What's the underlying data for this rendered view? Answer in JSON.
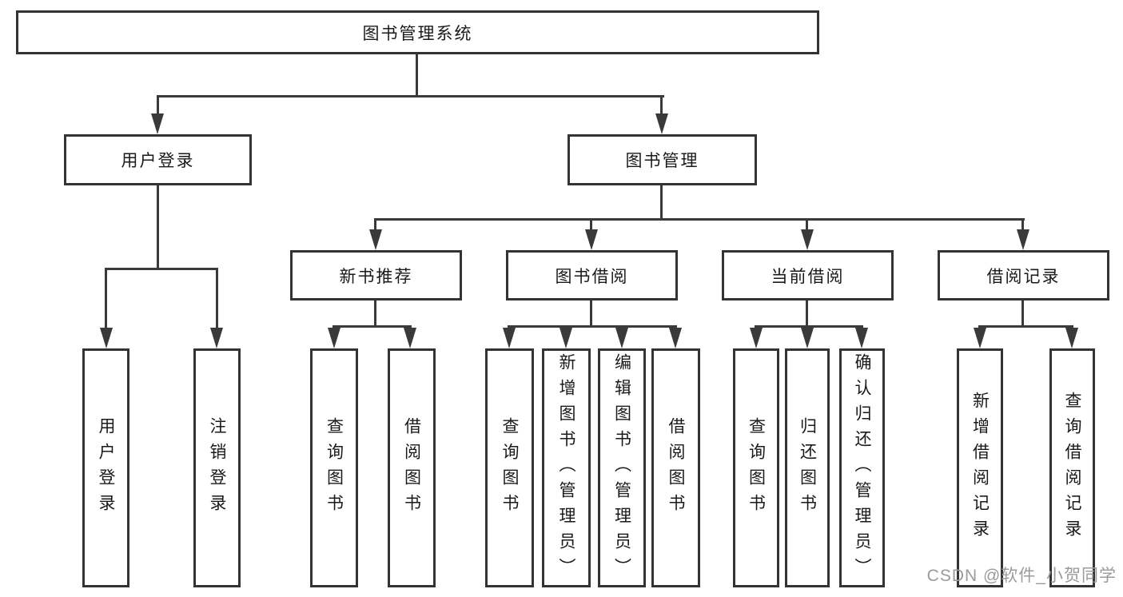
{
  "nodes": {
    "root": "图书管理系统",
    "user_login": "用户登录",
    "book_mgmt": "图书管理",
    "new_book_rec": "新书推荐",
    "book_borrow": "图书借阅",
    "current_borrow": "当前借阅",
    "borrow_record": "借阅记录",
    "leaf_user_login": "用户登录",
    "leaf_logout": "注销登录",
    "rec_query_book": "查询图书",
    "rec_borrow_book": "借阅图书",
    "bb_query_book": "查询图书",
    "bb_add_book": "新增图书（管理员）",
    "bb_edit_book": "编辑图书（管理员）",
    "bb_borrow_book": "借阅图书",
    "cb_query_book": "查询图书",
    "cb_return_book": "归还图书",
    "cb_confirm_return": "确认归还（管理员）",
    "br_add_record": "新增借阅记录",
    "br_query_record": "查询借阅记录"
  },
  "watermark": "CSDN @软件_小贺同学",
  "colors": {
    "line": "#333333",
    "text": "#1a1a1a",
    "watermark": "#9b9b9b",
    "background": "#ffffff"
  }
}
